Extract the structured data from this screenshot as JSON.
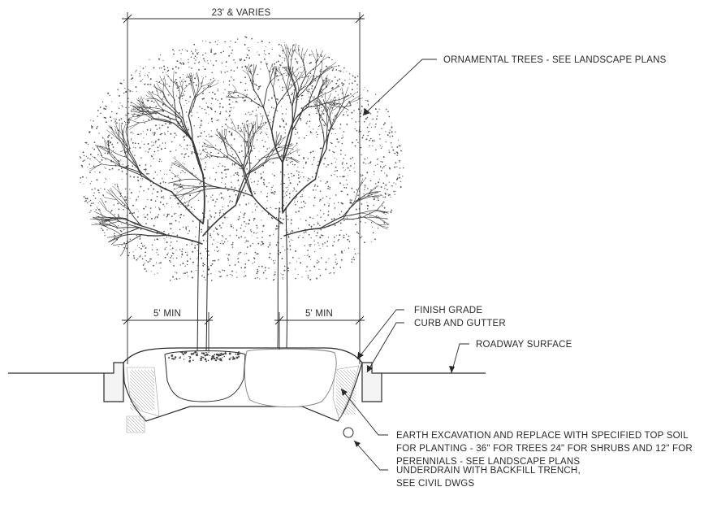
{
  "dimensions": {
    "overall_width": "23' & VARIES",
    "left_offset": "5' MIN",
    "right_offset": "5' MIN"
  },
  "callouts": {
    "ornamental_trees": "ORNAMENTAL TREES - SEE LANDSCAPE PLANS",
    "finish_grade": "FINISH GRADE",
    "curb_and_gutter": "CURB AND GUTTER",
    "roadway_surface": "ROADWAY SURFACE",
    "earth_excavation": [
      "EARTH EXCAVATION AND REPLACE WITH SPECIFIED TOP SOIL",
      "FOR PLANTING - 36\" FOR TREES 24\" FOR SHRUBS AND 12\" FOR",
      "PERENNIALS - SEE LANDSCAPE PLANS"
    ],
    "underdrain": [
      "UNDERDRAIN WITH BACKFILL TRENCH,",
      "SEE CIVIL DWGS"
    ]
  },
  "colors": {
    "linework": "#2a2a2a",
    "branches": "#3a3a3a",
    "hatch": "#9a9a9a",
    "stipple": "#555555"
  }
}
